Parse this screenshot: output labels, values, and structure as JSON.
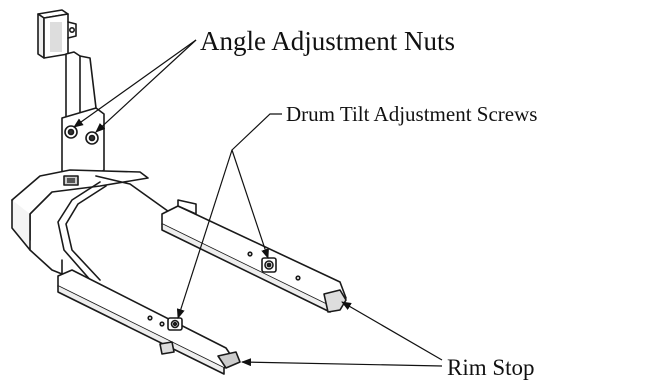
{
  "labels": {
    "angle_nuts": "Angle Adjustment Nuts",
    "drum_tilt": "Drum Tilt Adjustment Screws",
    "rim_stop": "Rim Stop"
  },
  "colors": {
    "line": "#1a1a1a",
    "background": "#ffffff"
  }
}
